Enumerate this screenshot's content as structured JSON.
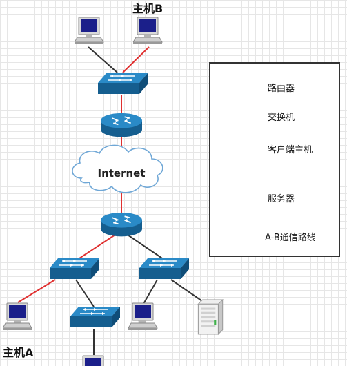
{
  "diagram": {
    "host_b_label": "主机B",
    "host_a_label": "主机A",
    "internet_label": "Internet"
  },
  "legend": {
    "router": "路由器",
    "switch": "交换机",
    "client_host": "客户端主机",
    "server": "服务器",
    "ab_path": "A-B通信路线"
  },
  "colors": {
    "path_red": "#e03030",
    "link_dark": "#333333",
    "device_blue": "#1e6fa6",
    "device_top": "#2f8fcc"
  }
}
